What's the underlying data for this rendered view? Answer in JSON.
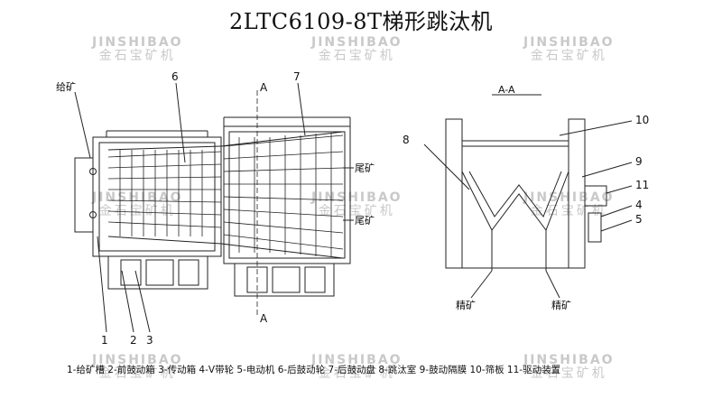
{
  "title": "2LTC6109-8T梯形跳汰机",
  "watermark": {
    "en": "JINSHIBAO",
    "cn": "金石宝矿机"
  },
  "plan_view": {
    "feed_label": "给矿",
    "tail_label_1": "尾矿",
    "tail_label_2": "尾矿",
    "section_mark_top": "A",
    "section_mark_bottom": "A",
    "callouts": [
      "1",
      "2",
      "3",
      "6",
      "7"
    ]
  },
  "section_view": {
    "title": "A-A",
    "left_concentrate": "精矿",
    "right_concentrate": "精矿",
    "callouts": [
      "8",
      "10",
      "9",
      "11",
      "4",
      "5"
    ]
  },
  "legend": "1-给矿槽 2-前鼓动箱 3-传动箱 4-V带轮 5-电动机 6-后鼓动轮 7-后鼓动盘  8-跳汰室 9-鼓动隔膜 10-筛板 11-驱动装置"
}
